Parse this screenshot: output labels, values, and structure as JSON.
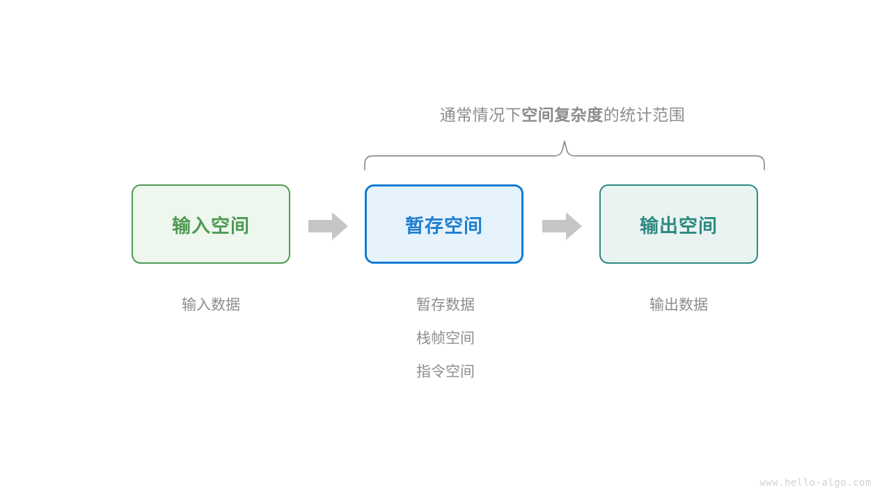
{
  "diagram": {
    "scope_label": {
      "prefix": "通常情况下",
      "highlight": "空间复杂度",
      "suffix": "的统计范围"
    },
    "boxes": [
      {
        "id": "input",
        "label": "输入空间",
        "color": "#4e9a51",
        "fill": "#eef7ee",
        "border": "#4e9a51"
      },
      {
        "id": "temp",
        "label": "暂存空间",
        "color": "#1f7fd0",
        "fill": "#e7f3fc",
        "border": "#1279d2"
      },
      {
        "id": "output",
        "label": "输出空间",
        "color": "#2d8880",
        "fill": "#e9f4f2",
        "border": "#2d8880"
      }
    ],
    "arrows": [
      {
        "id": "arrow-input-to-temp",
        "color": "#c6c6c6"
      },
      {
        "id": "arrow-temp-to-output",
        "color": "#c6c6c6"
      }
    ],
    "brace": {
      "color": "#8d8d8d",
      "spans": [
        "temp",
        "output"
      ]
    },
    "captions": {
      "input": [
        "输入数据"
      ],
      "temp": [
        "暂存数据",
        "栈帧空间",
        "指令空间"
      ],
      "output": [
        "输出数据"
      ]
    },
    "watermark": "www.hello-algo.com"
  }
}
